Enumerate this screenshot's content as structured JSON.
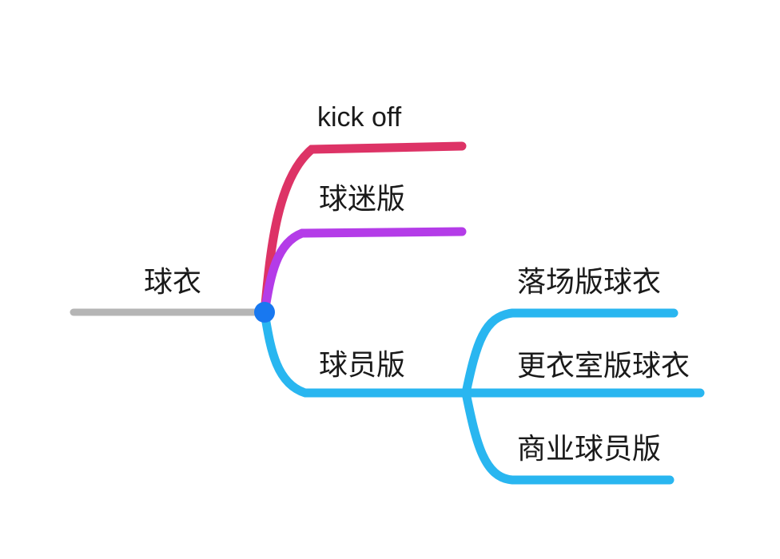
{
  "diagram": {
    "type": "mind-map",
    "orientation": "left-to-right",
    "background_color": "#ffffff",
    "root": {
      "label": "球衣",
      "stem_color": "#b5b5b5",
      "junction_color": "#1878f0"
    },
    "branches": [
      {
        "id": "kick-off",
        "label": "kick off",
        "color": "#dd3366",
        "level": 1
      },
      {
        "id": "fan-version",
        "label": "球迷版",
        "color": "#b43ce8",
        "level": 1
      },
      {
        "id": "player-version",
        "label": "球员版",
        "color": "#29b6f0",
        "level": 1,
        "children": [
          {
            "id": "match-version",
            "label": "落场版球衣",
            "color": "#29b6f0",
            "level": 2
          },
          {
            "id": "locker-room-version",
            "label": "更衣室版球衣",
            "color": "#29b6f0",
            "level": 2
          },
          {
            "id": "commercial-player-version",
            "label": "商业球员版",
            "color": "#29b6f0",
            "level": 2
          }
        ]
      }
    ]
  }
}
